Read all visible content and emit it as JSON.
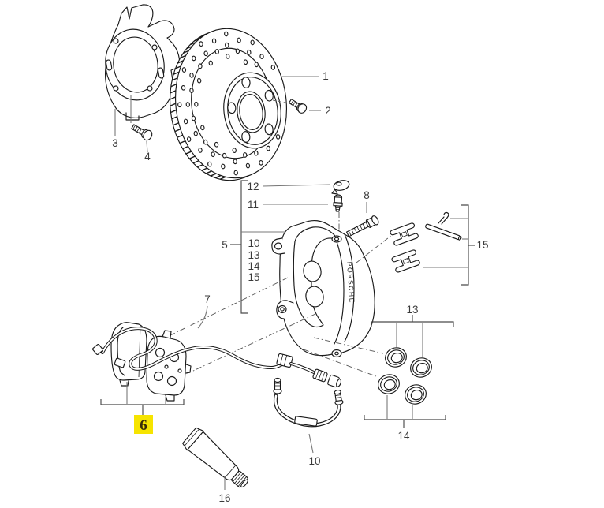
{
  "diagram": {
    "background_color": "#ffffff",
    "line_color": "#1a1a1a",
    "leader_color": "#787878",
    "highlight_color": "#f6e400",
    "caliper_brand": "PORSCHE",
    "callouts": {
      "disc": "1",
      "disc_screw": "2",
      "splash_shield": "3",
      "shield_screw": "4",
      "caliper_assembly": "5",
      "brake_pads": "6",
      "wear_sensor": "7",
      "caliper_bolt": "8",
      "brake_hose": "10",
      "bleeder_valve": "11",
      "bleeder_cap": "12",
      "seal_set_upper": "13",
      "seal_set_lower": "14",
      "retaining_set": "15",
      "lubricant_tube": "16"
    },
    "caliper_group_list": [
      "10",
      "13",
      "14",
      "15"
    ]
  }
}
